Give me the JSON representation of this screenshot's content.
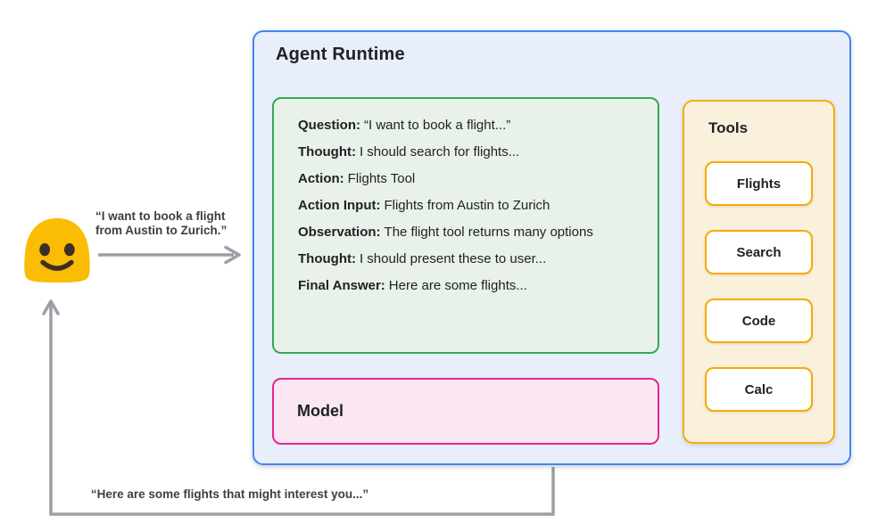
{
  "user": {
    "icon": "blob-smiley-emoji",
    "request_line1": "“I want to book a flight",
    "request_line2": "from Austin to Zurich.”",
    "response": "“Here are some flights that might interest you...”"
  },
  "agent_runtime": {
    "title": "Agent Runtime",
    "trace": [
      {
        "label": "Question:",
        "text": "“I want to book a flight...”"
      },
      {
        "label": "Thought:",
        "text": "I should search for flights..."
      },
      {
        "label": "Action:",
        "text": "Flights Tool"
      },
      {
        "label": "Action Input:",
        "text": "Flights from Austin to Zurich"
      },
      {
        "label": "Observation:",
        "text": "The flight tool returns many options"
      },
      {
        "label": "Thought:",
        "text": "I should present these to user..."
      },
      {
        "label": "Final Answer:",
        "text": "Here are some flights..."
      }
    ],
    "model_label": "Model",
    "tools": {
      "title": "Tools",
      "items": [
        "Flights",
        "Search",
        "Code",
        "Calc"
      ]
    }
  },
  "colors": {
    "runtime_border": "#4285F4",
    "runtime_bg": "#E8EFFB",
    "trace_border": "#34A853",
    "trace_bg": "#E9F2EA",
    "model_border": "#E52592",
    "model_bg": "#FBE7F2",
    "tools_border": "#F9AB00",
    "tools_bg": "#FAF1DD",
    "arrow": "#9AA0A6",
    "emoji_yellow": "#FBBC04",
    "emoji_features": "#3B2F28"
  }
}
